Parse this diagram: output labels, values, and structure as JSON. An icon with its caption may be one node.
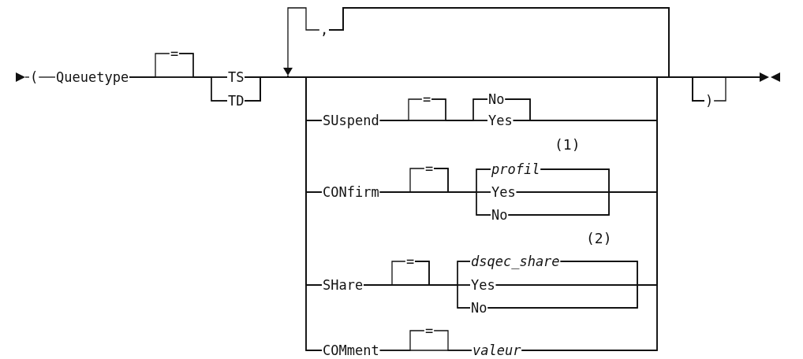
{
  "diagram": {
    "nodes": [
      {
        "text": [
          "("
        ]
      },
      {
        "text": [
          "Queuetype"
        ]
      },
      {
        "text": [
          "="
        ]
      },
      {
        "text": [
          "TS"
        ]
      },
      {
        "text": [
          "TD"
        ]
      },
      {
        "text": [
          ","
        ]
      },
      {
        "text": [
          "SUspend"
        ]
      },
      {
        "text": [
          "="
        ]
      },
      {
        "text": [
          "No"
        ]
      },
      {
        "text": [
          "Yes"
        ]
      },
      {
        "text": [
          "CONfirm"
        ]
      },
      {
        "text": [
          "="
        ]
      },
      {
        "text": [
          "profil"
        ],
        "beside": [
          "(1)"
        ]
      },
      {
        "text": [
          "Yes"
        ]
      },
      {
        "text": [
          "No"
        ]
      },
      {
        "text": [
          "SHare"
        ]
      },
      {
        "text": [
          "="
        ]
      },
      {
        "text": [
          "dsqec_share"
        ],
        "beside": [
          "(2)"
        ]
      },
      {
        "text": [
          "Yes"
        ]
      },
      {
        "text": [
          "No"
        ]
      },
      {
        "text": [
          "COMment"
        ]
      },
      {
        "text": [
          "="
        ]
      },
      {
        "text": [
          "valeur"
        ]
      },
      {
        "text": [
          ")"
        ]
      },
      {
        "text": [],
        "shape": "triangle"
      },
      {
        "text": [],
        "shape": "triangle"
      }
    ],
    "edges": [
      {
        "from": 24,
        "to": 0,
        "arrow": "none"
      },
      {
        "from": 0,
        "to": 1,
        "arrow": "none"
      },
      {
        "from": 1,
        "to": 2,
        "arrow": "none"
      },
      {
        "from": 1,
        "to": 3,
        "arrow": "none"
      },
      {
        "from": 1,
        "to": 4,
        "arrow": "none"
      },
      {
        "from": 2,
        "to": 3,
        "arrow": "none"
      },
      {
        "from": 2,
        "to": 4,
        "arrow": "none"
      },
      {
        "from": 3,
        "to": 6,
        "arrow": "none"
      },
      {
        "from": 3,
        "to": 10,
        "arrow": "none"
      },
      {
        "from": 3,
        "to": 15,
        "arrow": "none"
      },
      {
        "from": 3,
        "to": 20,
        "arrow": "none"
      },
      {
        "from": 3,
        "to": 23,
        "arrow": "none"
      },
      {
        "from": 3,
        "to": null,
        "arrow": "none"
      },
      {
        "from": 4,
        "to": 6,
        "arrow": "none"
      },
      {
        "from": 4,
        "to": 10,
        "arrow": "none"
      },
      {
        "from": 4,
        "to": 15,
        "arrow": "none"
      },
      {
        "from": 4,
        "to": 20,
        "arrow": "none"
      },
      {
        "from": 4,
        "to": 23,
        "arrow": "none"
      },
      {
        "from": 4,
        "to": null,
        "arrow": "none"
      },
      {
        "from": 25,
        "to": 6,
        "arrow": "none"
      },
      {
        "from": 25,
        "to": 10,
        "arrow": "none"
      },
      {
        "from": 25,
        "to": 15,
        "arrow": "none"
      },
      {
        "from": 25,
        "to": 20,
        "arrow": "none"
      },
      {
        "from": 6,
        "to": 7,
        "arrow": "none"
      },
      {
        "from": 6,
        "to": 8,
        "arrow": "none"
      },
      {
        "from": 6,
        "to": 9,
        "arrow": "none"
      },
      {
        "from": 7,
        "to": 8,
        "arrow": "none"
      },
      {
        "from": 7,
        "to": 9,
        "arrow": "none"
      },
      {
        "from": 10,
        "to": 11,
        "arrow": "none"
      },
      {
        "from": 10,
        "to": 12,
        "arrow": "none"
      },
      {
        "from": 10,
        "to": 13,
        "arrow": "none"
      },
      {
        "from": 10,
        "to": 14,
        "arrow": "none"
      },
      {
        "from": 11,
        "to": 12,
        "arrow": "none"
      },
      {
        "from": 11,
        "to": 13,
        "arrow": "none"
      },
      {
        "from": 11,
        "to": 14,
        "arrow": "none"
      },
      {
        "from": 15,
        "to": 16,
        "arrow": "none"
      },
      {
        "from": 15,
        "to": 17,
        "arrow": "none"
      },
      {
        "from": 15,
        "to": 18,
        "arrow": "none"
      },
      {
        "from": 15,
        "to": 19,
        "arrow": "none"
      },
      {
        "from": 16,
        "to": 17,
        "arrow": "none"
      },
      {
        "from": 16,
        "to": 18,
        "arrow": "none"
      },
      {
        "from": 16,
        "to": 19,
        "arrow": "none"
      },
      {
        "from": 20,
        "to": 21,
        "arrow": "none"
      },
      {
        "from": 20,
        "to": 22,
        "arrow": "none"
      },
      {
        "from": 21,
        "to": 22,
        "arrow": "none"
      },
      {
        "from": 8,
        "to": 5,
        "arrow": "none"
      },
      {
        "from": 8,
        "to": 23,
        "arrow": "none"
      },
      {
        "from": 8,
        "to": null,
        "arrow": "none"
      },
      {
        "from": 9,
        "to": 5,
        "arrow": "none"
      },
      {
        "from": 9,
        "to": 23,
        "arrow": "none"
      },
      {
        "from": 9,
        "to": null,
        "arrow": "none"
      },
      {
        "from": 12,
        "to": 5,
        "arrow": "none"
      },
      {
        "from": 12,
        "to": 23,
        "arrow": "none"
      },
      {
        "from": 12,
        "to": null,
        "arrow": "none"
      },
      {
        "from": 13,
        "to": 5,
        "arrow": "none"
      },
      {
        "from": 13,
        "to": 23,
        "arrow": "none"
      },
      {
        "from": 13,
        "to": null,
        "arrow": "none"
      },
      {
        "from": 14,
        "to": 5,
        "arrow": "none"
      },
      {
        "from": 14,
        "to": 23,
        "arrow": "none"
      },
      {
        "from": 14,
        "to": null,
        "arrow": "none"
      },
      {
        "from": 17,
        "to": 5,
        "arrow": "none"
      },
      {
        "from": 17,
        "to": 23,
        "arrow": "none"
      },
      {
        "from": 17,
        "to": null,
        "arrow": "none"
      },
      {
        "from": 18,
        "to": 5,
        "arrow": "none"
      },
      {
        "from": 18,
        "to": 23,
        "arrow": "none"
      },
      {
        "from": 18,
        "to": null,
        "arrow": "none"
      },
      {
        "from": 19,
        "to": 5,
        "arrow": "none"
      },
      {
        "from": 19,
        "to": 23,
        "arrow": "none"
      },
      {
        "from": 19,
        "to": null,
        "arrow": "none"
      },
      {
        "from": 22,
        "to": 5,
        "arrow": "none"
      },
      {
        "from": 22,
        "to": 23,
        "arrow": "none"
      },
      {
        "from": 22,
        "to": null,
        "arrow": "none"
      },
      {
        "from": 23,
        "to": null,
        "arrow": "none"
      },
      {
        "from": 5,
        "to": 25,
        "arrow": "none"
      }
    ]
  }
}
